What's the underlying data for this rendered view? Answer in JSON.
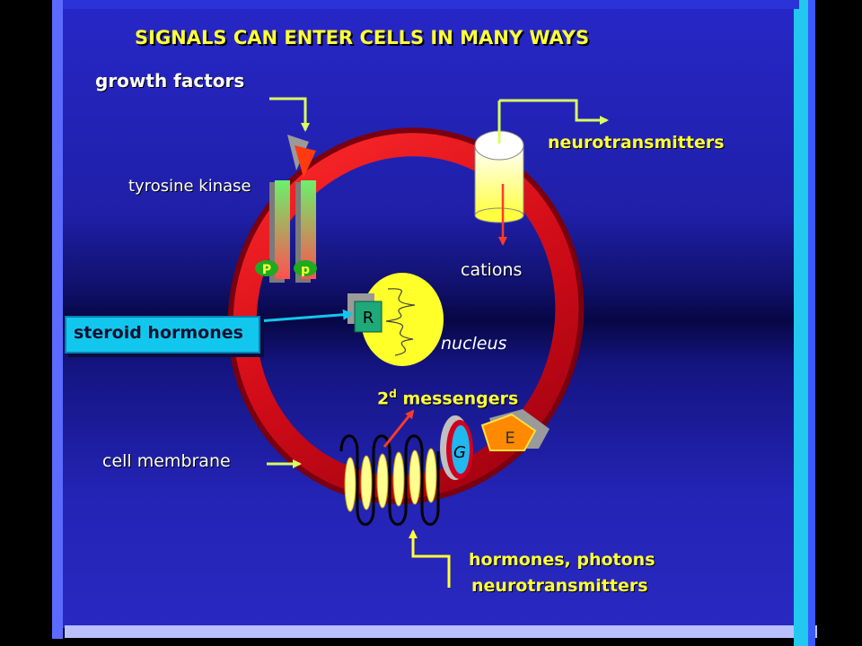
{
  "title": "SIGNALS CAN ENTER CELLS IN MANY WAYS",
  "labels": {
    "growth_factors": "growth factors",
    "tyrosine_kinase": "tyrosine kinase",
    "neurotransmitters_top": "neurotransmitters",
    "cations": "cations",
    "steroid_hormones": "steroid hormones",
    "nucleus": "nucleus",
    "second_messengers_base": "2",
    "second_messengers_sup": "d",
    "second_messengers_rest": " messengers",
    "cell_membrane": "cell membrane",
    "hormones_photons": "hormones, photons",
    "neurotransmitters_bottom": "neurotransmitters",
    "phospho_left": "P",
    "phospho_right": "p",
    "receptor": "R",
    "g_protein": "G",
    "enzyme": "E"
  },
  "colors": {
    "background_blue": "#2727c8",
    "title_yellow": "#ffff3a",
    "membrane_red": "#d8101c",
    "steroid_box": "#12c7ee",
    "nucleus_yellow": "#ffff2a",
    "arrow_yellow": "#ffff3a",
    "arrow_cyan": "#12c7ee",
    "enzyme_orange": "#ff8a00"
  }
}
